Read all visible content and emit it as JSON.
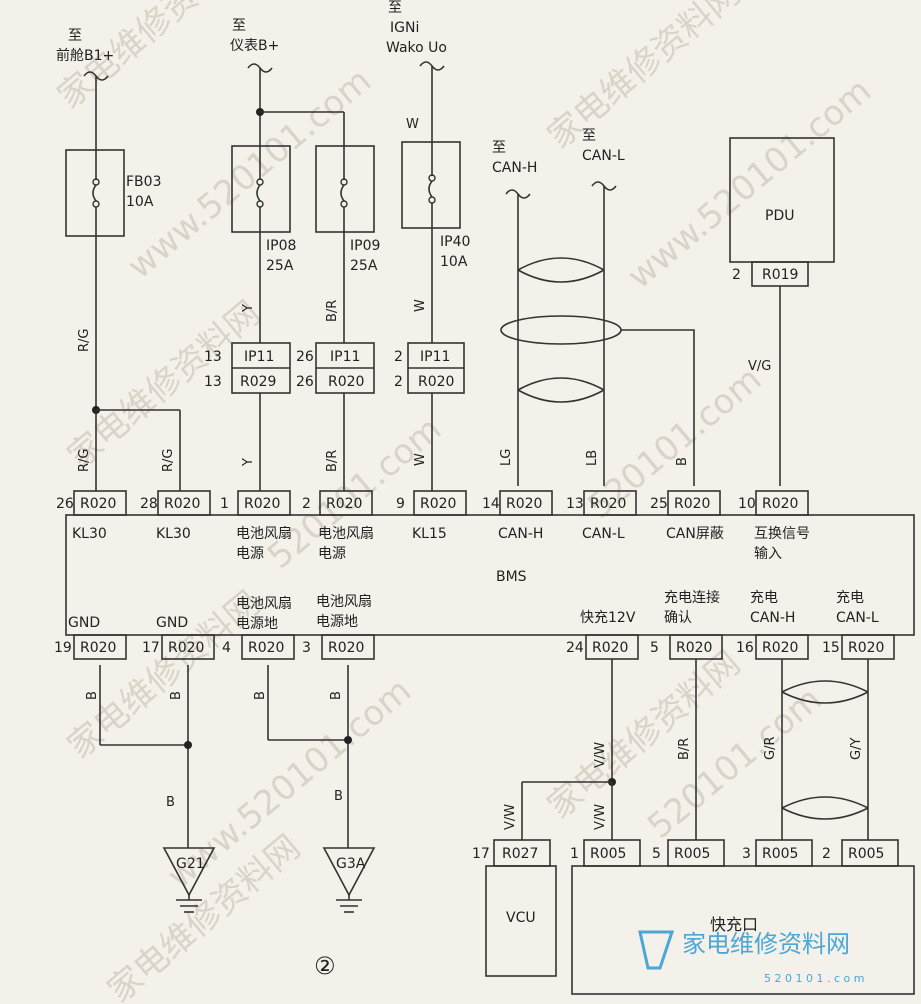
{
  "top_sources": {
    "s1": [
      "至",
      "前舱B1+"
    ],
    "s2": [
      "至",
      "仪表B+"
    ],
    "s3": [
      "至",
      "IGNi",
      "Wako Uo"
    ],
    "can_h": [
      "至",
      "CAN-H"
    ],
    "can_l": [
      "至",
      "CAN-L"
    ]
  },
  "fuses": {
    "fb03": [
      "FB03",
      "10A"
    ],
    "ip08": [
      "IP08",
      "25A"
    ],
    "ip09": [
      "IP09",
      "25A"
    ],
    "ip40": [
      "IP40",
      "10A"
    ]
  },
  "pdu": {
    "label": "PDU",
    "pin": "2",
    "connector": "R019"
  },
  "inline_connectors": [
    {
      "pin_top": "13",
      "pin_bottom": "13",
      "top": "IP11",
      "bottom": "R029"
    },
    {
      "pin_top": "26",
      "pin_bottom": "26",
      "top": "IP11",
      "bottom": "R020"
    },
    {
      "pin_top": "2",
      "pin_bottom": "2",
      "top": "IP11",
      "bottom": "R020"
    }
  ],
  "wire_colors": {
    "rg": "R/G",
    "y": "Y",
    "br": "B/R",
    "w": "W",
    "lg": "LG",
    "lb": "LB",
    "b": "B",
    "vg": "V/G",
    "vw": "V/W",
    "gr": "G/R",
    "gy": "G/Y"
  },
  "bms": {
    "label": "BMS",
    "top_pins": [
      {
        "pin": "26",
        "conn": "R020",
        "func": [
          "KL30"
        ]
      },
      {
        "pin": "28",
        "conn": "R020",
        "func": [
          "KL30"
        ]
      },
      {
        "pin": "1",
        "conn": "R020",
        "func": [
          "电池风扇",
          "电源"
        ]
      },
      {
        "pin": "2",
        "conn": "R020",
        "func": [
          "电池风扇",
          "电源"
        ]
      },
      {
        "pin": "9",
        "conn": "R020",
        "func": [
          "KL15"
        ]
      },
      {
        "pin": "14",
        "conn": "R020",
        "func": [
          "CAN-H"
        ]
      },
      {
        "pin": "13",
        "conn": "R020",
        "func": [
          "CAN-L"
        ]
      },
      {
        "pin": "25",
        "conn": "R020",
        "func": [
          "CAN屏蔽"
        ]
      },
      {
        "pin": "10",
        "conn": "R020",
        "func": [
          "互换信号",
          "输入"
        ]
      }
    ],
    "bottom_pins": [
      {
        "pin": "19",
        "conn": "R020",
        "func": [
          "GND"
        ]
      },
      {
        "pin": "17",
        "conn": "R020",
        "func": [
          "GND"
        ]
      },
      {
        "pin": "4",
        "conn": "R020",
        "func": [
          "电池风扇",
          "电源地"
        ]
      },
      {
        "pin": "3",
        "conn": "R020",
        "func": [
          "电池风扇",
          "电源地"
        ]
      },
      {
        "pin": "24",
        "conn": "R020",
        "func": [
          "快充12V"
        ]
      },
      {
        "pin": "5",
        "conn": "R020",
        "func": [
          "充电连接",
          "确认"
        ]
      },
      {
        "pin": "16",
        "conn": "R020",
        "func": [
          "充电",
          "CAN-H"
        ]
      },
      {
        "pin": "15",
        "conn": "R020",
        "func": [
          "充电",
          "CAN-L"
        ]
      }
    ]
  },
  "grounds": [
    "G21",
    "G3A"
  ],
  "vcu": {
    "label": "VCU",
    "pin": "17",
    "conn": "R027"
  },
  "fast_charge": {
    "label": "快充口",
    "pins": [
      {
        "pin": "1",
        "conn": "R005"
      },
      {
        "pin": "5",
        "conn": "R005"
      },
      {
        "pin": "3",
        "conn": "R005"
      },
      {
        "pin": "2",
        "conn": "R005"
      }
    ]
  },
  "page_number": "②",
  "watermark": {
    "site": "家电维修资料网",
    "url": "520101.com",
    "url_full": "www.520101.com",
    "logo_url": "5 2 0 1 0 1 . c o m",
    "logo_text": "家电维修资料网"
  }
}
